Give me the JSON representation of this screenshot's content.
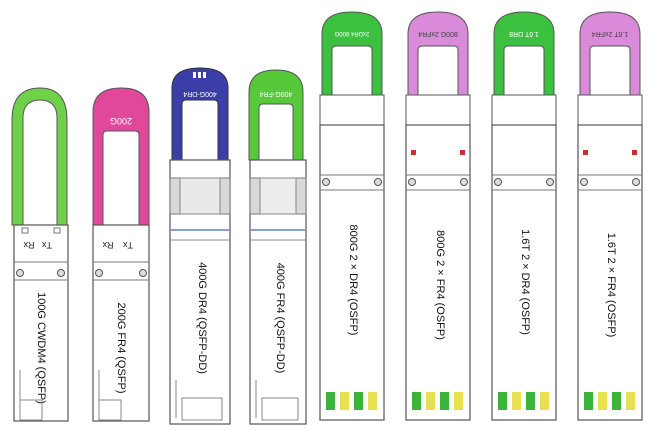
{
  "modules": [
    {
      "id": "m1",
      "label": "100G CWDM4 (QSFP)",
      "tab_text": "",
      "pull_tab_color": "#6fd04a",
      "tx": "Tx",
      "rx": "Rx"
    },
    {
      "id": "m2",
      "label": "200G FR4 (QSFP)",
      "tab_text": "200G",
      "pull_tab_color": "#e0489a",
      "tx": "Tx",
      "rx": "Rx"
    },
    {
      "id": "m3",
      "label": "400G DR4 (QSFP-DD)",
      "tab_text": "400G-DR4",
      "pull_tab_color": "#3a3ea6"
    },
    {
      "id": "m4",
      "label": "400G FR4 (QSFP-DD)",
      "tab_text": "400G-FR4",
      "pull_tab_color": "#56c83a"
    },
    {
      "id": "m5",
      "label": "800G 2 × DR4 (OSFP)",
      "tab_text": "2xDR4 800G",
      "pull_tab_color": "#3cc040"
    },
    {
      "id": "m6",
      "label": "800G 2 × FR4 (OSFP)",
      "tab_text": "800G 2xFR4",
      "pull_tab_color": "#d98ad8"
    },
    {
      "id": "m7",
      "label": "1.6T 2 × DR4 (OSFP)",
      "tab_text": "1.6T DR8",
      "pull_tab_color": "#3cc040"
    },
    {
      "id": "m8",
      "label": "1.6T 2 × FR4 (OSFP)",
      "tab_text": "1.6T 2xFR4",
      "pull_tab_color": "#d98ad8"
    }
  ],
  "colors": {
    "outline": "#555555",
    "body_fill": "#ffffff",
    "shade": "#d8d8d8",
    "contact_yellow": "#e8e050",
    "contact_green": "#3cb43c",
    "latch_red": "#c83030"
  }
}
